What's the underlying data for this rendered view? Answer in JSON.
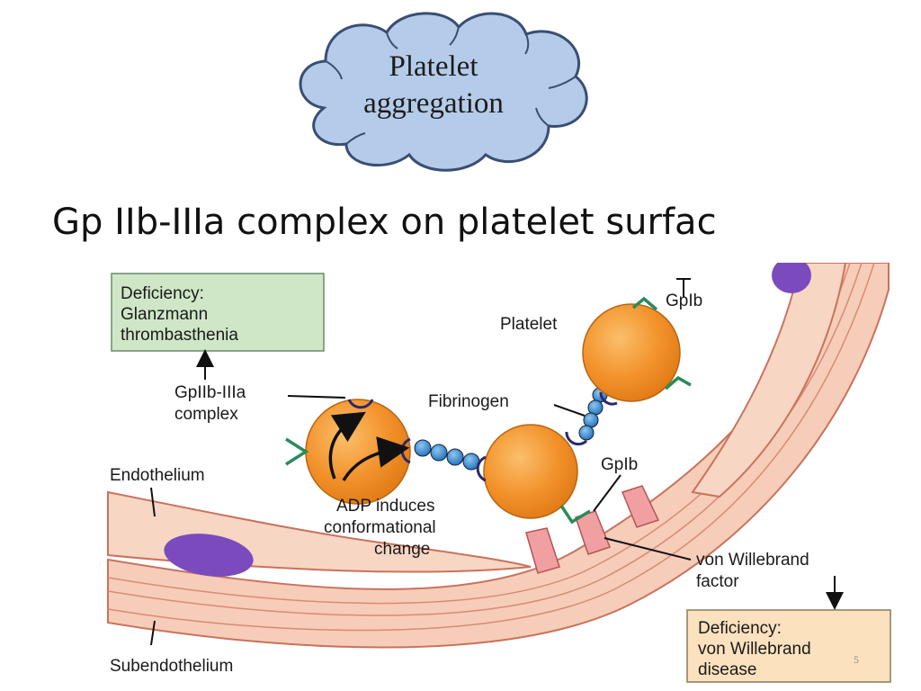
{
  "cloud": {
    "line1": "Platelet",
    "line2": "aggregation"
  },
  "heading": "Gp IIb-IIIa complex on platelet surfac",
  "diagram": {
    "deficiency_top": {
      "line1": "Deficiency:",
      "line2": "Glanzmann",
      "line3": "thrombasthenia"
    },
    "gp2b3a_label": {
      "line1": "GpIIb-IIIa",
      "line2": "complex"
    },
    "endothelium_label": "Endothelium",
    "subendothelium_label": "Subendothelium",
    "adp_label": {
      "line1": "ADP induces",
      "line2": "conformational",
      "line3": "change"
    },
    "fibrinogen_label": "Fibrinogen",
    "platelet_label": "Platelet",
    "gp1b_top_label": "GpIb",
    "gp1b_mid_label": "GpIb",
    "vwf_label": {
      "line1": "von Willebrand",
      "line2": "factor"
    },
    "deficiency_bottom": {
      "line1": "Deficiency:",
      "line2": "von Willebrand",
      "line3": "disease"
    }
  },
  "colors": {
    "cloud_fill": "#b4cbe9",
    "cloud_stroke": "#3a4e73",
    "platelet": "#f2912a",
    "vessel": "#f6cdb9",
    "nucleus": "#7b4bbd",
    "box_green": "#cfe7c6",
    "box_orange": "#fbe1be"
  },
  "slide_number": "5"
}
